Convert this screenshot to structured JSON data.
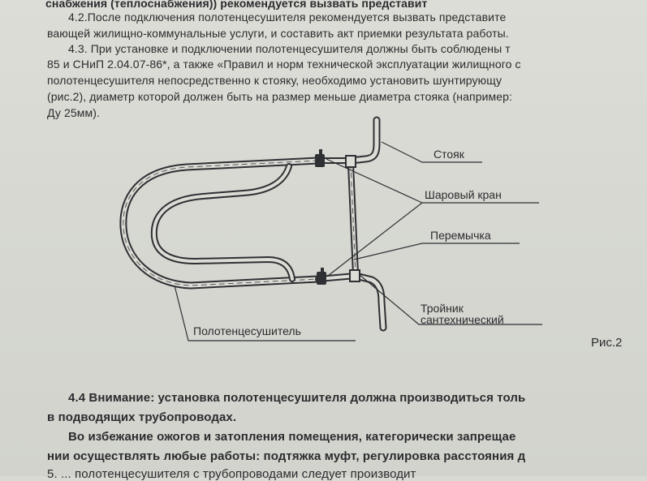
{
  "text_lines": [
    "снабжения (теплоснабжения)) рекомендуется вызвать представит",
    "4.2.После подключения полотенцесушителя рекомендуется вызвать представите",
    "вающей жилищно-коммунальные услуги, и составить акт приемки результата работы.",
    "4.3. При установке и подключении полотенцесушителя должны быть соблюдены т",
    "85 и СНиП 2.04.07-86*, а также «Правил и норм технической эксплуатации жилищного с",
    "полотенцесушителя непосредственно к стояку, необходимо установить шунтирующу",
    "(рис.2), диаметр которой должен быть на размер меньше диаметра стояка (например:",
    "Ду 25мм)."
  ],
  "diagram": {
    "labels": {
      "riser": "Стояк",
      "ball_valve": "Шаровый кран",
      "bypass": "Перемычка",
      "tee_line1": "Тройник",
      "tee_line2": "сантехнический",
      "towel_dryer": "Полотенцесушитель"
    },
    "caption": "Рис.2"
  },
  "warning_lines": [
    "4.4   Внимание: установка полотенцесушителя должна производиться толь",
    "в подводящих трубопроводах.",
    "Во избежание ожогов и затопления помещения, категорически запрещае",
    "нии осуществлять любые работы: подтяжка муфт, регулировка расстояния д",
    "5. ... полотенцесушителя с трубопроводами следует производит"
  ]
}
